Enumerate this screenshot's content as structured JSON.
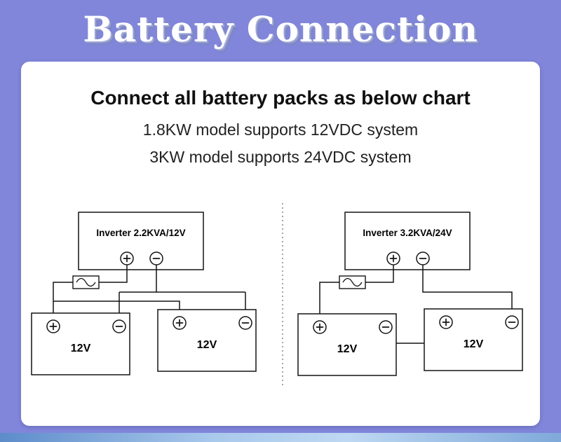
{
  "colors": {
    "background": "#8186da",
    "title_text": "#ffffff",
    "title_shadow": "#8a93c6",
    "card_background": "#ffffff",
    "heading_text": "#101010",
    "diagram_line": "#141414",
    "footer_strip_left": "#5d8cca",
    "footer_strip_light": "#bdd8f2"
  },
  "banner": {
    "title": "Battery Connection"
  },
  "card": {
    "heading": "Connect all battery packs as below chart",
    "line1": "1.8KW model supports 12VDC system",
    "line2": "3KW model supports 24VDC system"
  },
  "diagrams": {
    "left": {
      "inverter_label": "Inverter 2.2KVA/12V",
      "battery1_label": "12V",
      "battery2_label": "12V"
    },
    "right": {
      "inverter_label": "Inverter 3.2KVA/24V",
      "battery1_label": "12V",
      "battery2_label": "12V"
    }
  }
}
